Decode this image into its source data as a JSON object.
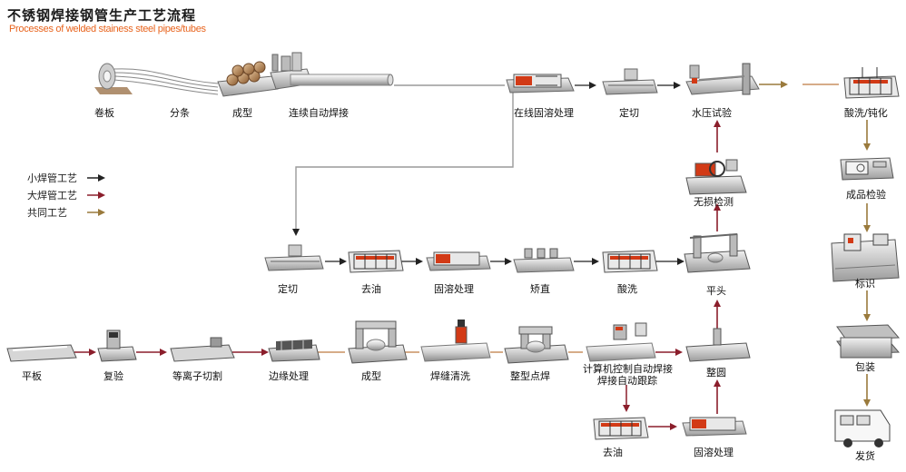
{
  "header": {
    "title": "不锈钢焊接钢管生产工艺流程",
    "subtitle": "Processes of welded stainess steel pipes/tubes"
  },
  "legend": [
    {
      "label": "小焊管工艺",
      "color": "#222222"
    },
    {
      "label": "大焊管工艺",
      "color": "#8b1e2b"
    },
    {
      "label": "共同工艺",
      "color": "#9a7a3c"
    }
  ],
  "steps": {
    "juanban": "卷板",
    "fentiao": "分条",
    "chengxing1": "成型",
    "lianxu": "连续自动焊接",
    "zaixian": "在线固溶处理",
    "dingqie1": "定切",
    "shuiya": "水压试验",
    "suanxi_dunhua": "酸洗/钝化",
    "chengpin": "成品检验",
    "biaoshi": "标识",
    "baozhuang": "包装",
    "fahuo": "发货",
    "wusun": "无损检测",
    "dingqie2": "定切",
    "quyou1": "去油",
    "gurong1": "固溶处理",
    "jiaozhi": "矫直",
    "suanxi": "酸洗",
    "pingtou": "平头",
    "pingban": "平板",
    "fuyan": "复验",
    "dengli": "等离子切割",
    "bianyuan": "边缘处理",
    "chengxing2": "成型",
    "hanfeng": "焊缝清洗",
    "zhengxing": "整型点焊",
    "jisuanji1": "计算机控制自动焊接",
    "jisuanji2": "焊接自动跟踪",
    "zhengyuan": "整圆",
    "quyou2": "去油",
    "gurong2": "固溶处理"
  }
}
